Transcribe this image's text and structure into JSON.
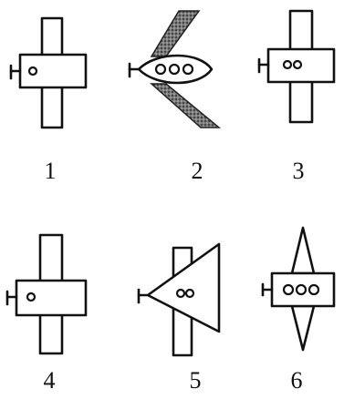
{
  "figures": [
    {
      "label": "1"
    },
    {
      "label": "2"
    },
    {
      "label": "3"
    },
    {
      "label": "4"
    },
    {
      "label": "5"
    },
    {
      "label": "6"
    }
  ]
}
